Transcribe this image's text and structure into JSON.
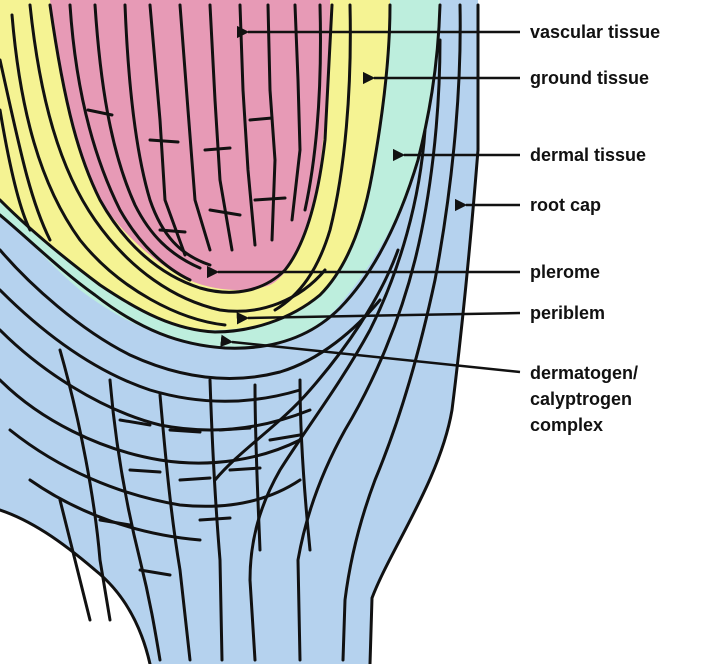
{
  "colors": {
    "vascular": "#e79ab6",
    "ground": "#f5f393",
    "dermal": "#bdeedd",
    "root_cap": "#b5d2ee",
    "outline": "#111111"
  },
  "labels": {
    "vascular_tissue": "vascular tissue",
    "ground_tissue": "ground tissue",
    "dermal_tissue": "dermal tissue",
    "root_cap": "root cap",
    "plerome": "plerome",
    "periblem": "periblem",
    "complex_line1": "dermatogen/",
    "complex_line2": "calyptrogen",
    "complex_line3": "complex"
  }
}
